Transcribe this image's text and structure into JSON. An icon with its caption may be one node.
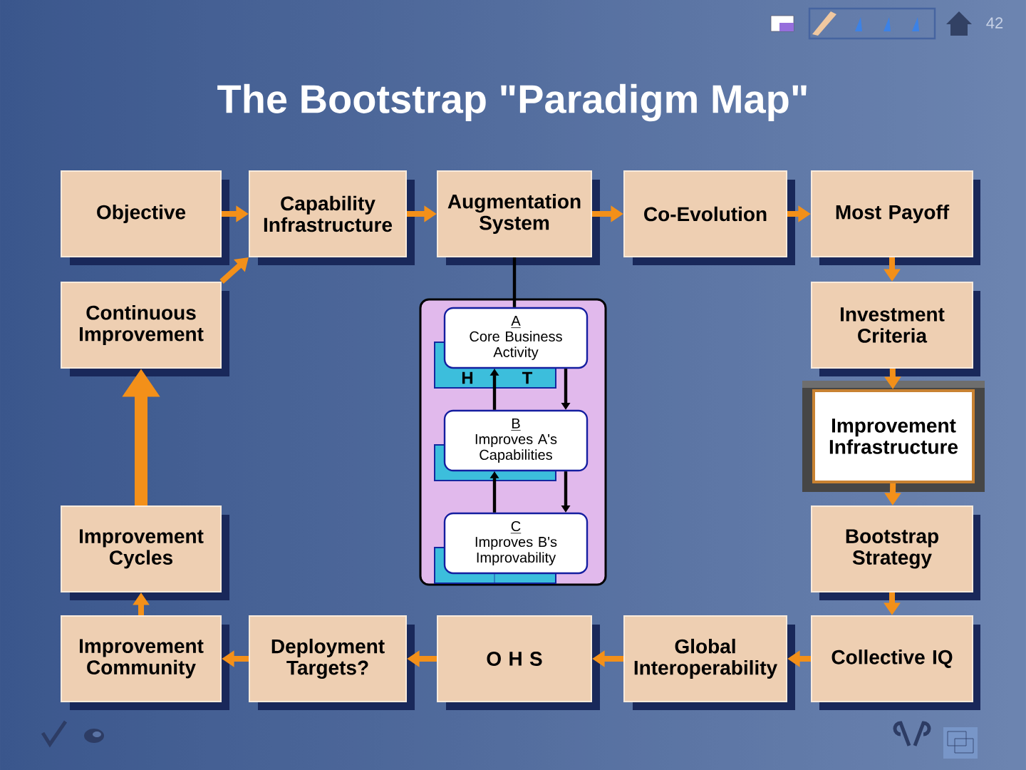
{
  "diagram": {
    "title": "The Bootstrap \"Paradigm Map\"",
    "nodes": [
      {
        "text": [
          "Objective"
        ]
      },
      {
        "text": [
          "Capability Infrastructure"
        ]
      },
      {
        "text": [
          "Augmentation System"
        ]
      },
      {
        "text": [
          "Co-Evolution"
        ]
      },
      {
        "text": [
          "Most Payoff"
        ]
      },
      {
        "text": [
          "Continuous Improvement"
        ]
      },
      {
        "text": [],
        "shape": "box"
      },
      {
        "text": [
          "A",
          "Core Business Activity"
        ],
        "in": 6
      },
      {
        "text": [
          "B",
          "Improves A's Capabilities"
        ],
        "in": 6
      },
      {
        "text": [
          "C",
          "Improves B's Improvability"
        ],
        "in": 6
      },
      {
        "text": [
          "Investment Criteria"
        ]
      },
      {
        "text": [
          "Improvement Infrastructure"
        ]
      },
      {
        "text": [
          "Improvement Cycles"
        ]
      },
      {
        "text": [
          "Bootstrap Strategy"
        ]
      },
      {
        "text": [
          "Improvement Community"
        ]
      },
      {
        "text": [
          "Deployment Targets?"
        ]
      },
      {
        "text": [
          "O H S"
        ]
      },
      {
        "text": [
          "Global Interoperability"
        ]
      },
      {
        "text": [
          "Collective IQ"
        ]
      }
    ],
    "edges": [
      {
        "from": 0,
        "to": 1,
        "arrow": "to"
      },
      {
        "from": 5,
        "to": 1,
        "arrow": "to"
      },
      {
        "from": 1,
        "to": 2,
        "arrow": "to"
      },
      {
        "from": 2,
        "to": 3,
        "arrow": "to"
      },
      {
        "from": 3,
        "to": 4,
        "arrow": "to"
      },
      {
        "from": 4,
        "to": 10,
        "arrow": "to"
      },
      {
        "from": 10,
        "to": 11,
        "arrow": "to"
      },
      {
        "from": 11,
        "to": 13,
        "arrow": "to"
      },
      {
        "from": 13,
        "to": 18,
        "arrow": "to"
      },
      {
        "from": 18,
        "to": 17,
        "arrow": "to"
      },
      {
        "from": 17,
        "to": 16,
        "arrow": "to"
      },
      {
        "from": 16,
        "to": 15,
        "arrow": "to"
      },
      {
        "from": 15,
        "to": 14,
        "arrow": "to"
      },
      {
        "from": 14,
        "to": 12,
        "arrow": "to"
      },
      {
        "from": 12,
        "to": 5,
        "arrow": "to",
        "style": "thick"
      },
      {
        "from": 2,
        "to": 7,
        "arrow": "none",
        "color": "#000000"
      },
      {
        "from": 7,
        "to": 8,
        "arrow": "to",
        "color": "#000000"
      },
      {
        "from": 8,
        "to": 7,
        "arrow": "to",
        "color": "#000000"
      },
      {
        "from": 8,
        "to": 9,
        "arrow": "to",
        "color": "#000000"
      },
      {
        "from": 9,
        "to": 8,
        "arrow": "to",
        "color": "#000000"
      }
    ],
    "labels": [
      "42",
      "H",
      "T"
    ]
  }
}
